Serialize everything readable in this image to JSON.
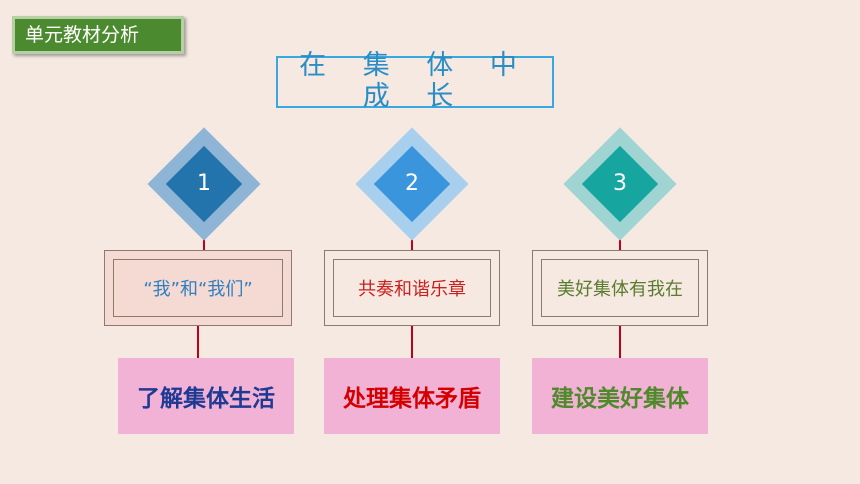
{
  "tag": {
    "label": "单元教材分析"
  },
  "title": "在 集 体 中 成 长",
  "units": [
    {
      "number": "1",
      "sub": "“我”和“我们”",
      "topic": "了解集体生活",
      "outer": "#8eb4d6",
      "inner": "#2374ac",
      "subColor": "#2f7fc0",
      "topicColor": "#1f3a93",
      "frameBg": "#f5d9d3"
    },
    {
      "number": "2",
      "sub": "共奏和谐乐章",
      "topic": "处理集体矛盾",
      "outer": "#a9cfee",
      "inner": "#3a95dc",
      "subColor": "#cc1f1f",
      "topicColor": "#d40000",
      "frameBg": "#f5e9e1"
    },
    {
      "number": "3",
      "sub": "美好集体有我在",
      "topic": "建设美好集体",
      "outer": "#9fd4d2",
      "inner": "#17a5a0",
      "subColor": "#5a7c2f",
      "topicColor": "#4f8a2a",
      "frameBg": "#f5e9e1"
    }
  ]
}
